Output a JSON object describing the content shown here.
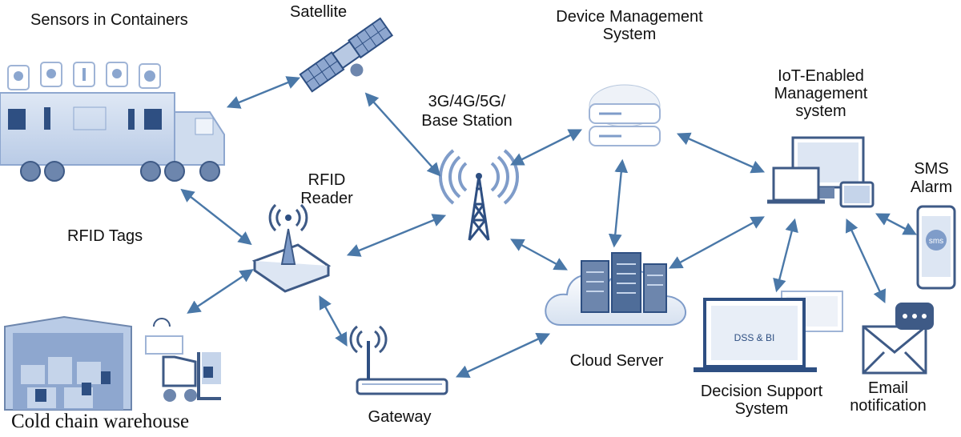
{
  "labels": {
    "sensors": "Sensors in Containers",
    "satellite": "Satellite",
    "dms_line1": "Device Management",
    "dms_line2": "System",
    "iot_line1": "IoT-Enabled",
    "iot_line2": "Management",
    "iot_line3": "system",
    "base_line1": "3G/4G/5G/",
    "base_line2": "Base Station",
    "rfid_reader_line1": "RFID",
    "rfid_reader_line2": "Reader",
    "rfid_tags": "RFID Tags",
    "sms_line1": "SMS",
    "sms_line2": "Alarm",
    "cloud": "Cloud Server",
    "gateway": "Gateway",
    "dss_line1": "Decision Support",
    "dss_line2": "System",
    "email_line1": "Email",
    "email_line2": "notification",
    "warehouse": "Cold chain warehouse",
    "dss_screen": "DSS & BI",
    "sms_icon": "sms"
  },
  "icons": [
    "truck-icon",
    "satellite-icon",
    "server-icon",
    "computer-devices-icon",
    "antenna-tower-icon",
    "rfid-reader-icon",
    "cloud-server-icon",
    "router-icon",
    "smartphone-icon",
    "laptop-icon",
    "email-icon",
    "warehouse-icon",
    "forklift-icon"
  ],
  "colors": {
    "icon": "#7f9cc9",
    "icon_dark": "#2e4f82",
    "arrow": "#4a78a8"
  }
}
